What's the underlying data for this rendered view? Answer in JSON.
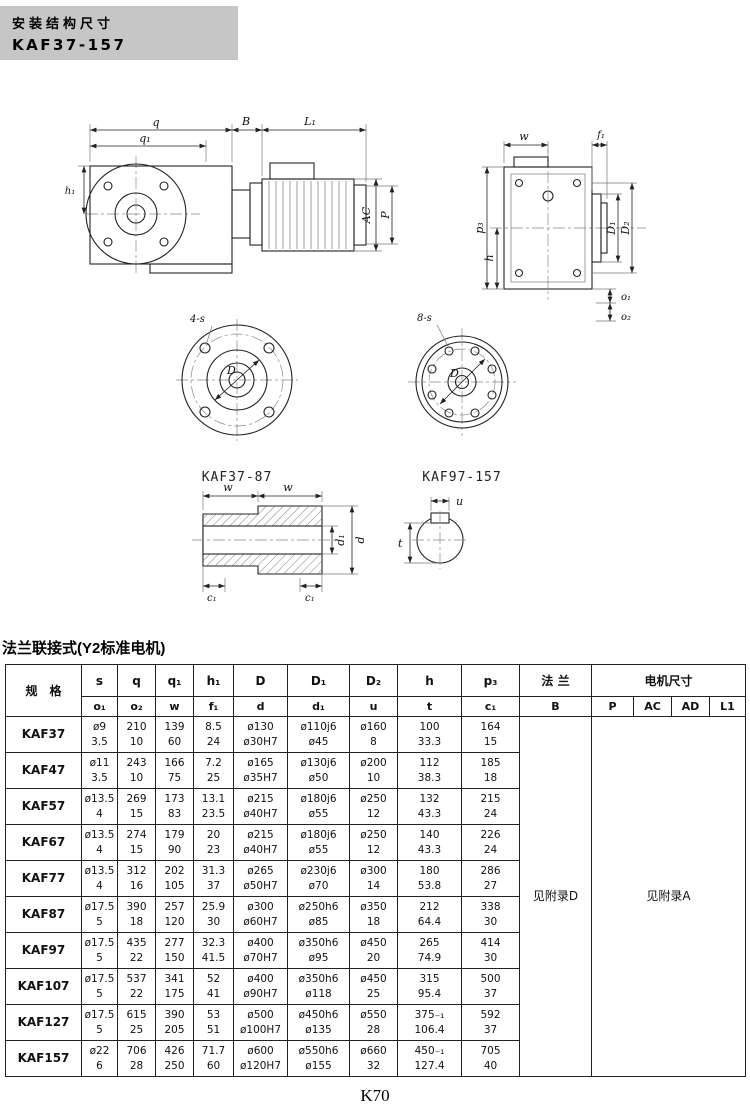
{
  "header": {
    "line1": "安装结构尺寸",
    "line2": "KAF37-157"
  },
  "section_title": "法兰联接式(Y2标准电机)",
  "footer": "K70",
  "drawings": {
    "side": {
      "q": "q",
      "q1": "q₁",
      "B": "B",
      "L1": "L₁",
      "h1": "h₁",
      "AC": "AC",
      "P": "P"
    },
    "rear": {
      "w": "w",
      "f1": "f₁",
      "p3": "p₃",
      "h": "h",
      "D1": "D₁",
      "D2": "D₂",
      "o1": "o₁",
      "o2": "o₂"
    },
    "flangeA": {
      "bolts": "4-s",
      "D": "D",
      "caption": "KAF37-87"
    },
    "flangeB": {
      "bolts": "8-s",
      "D": "D",
      "caption": "KAF97-157"
    },
    "shaft": {
      "w1": "w",
      "w2": "w",
      "d1": "d₁",
      "d": "d",
      "c1": "c₁"
    },
    "key": {
      "u": "u",
      "t": "t"
    }
  },
  "table": {
    "spec_header": "规　格",
    "top_headers": [
      "s",
      "q",
      "q₁",
      "h₁",
      "D",
      "D₁",
      "D₂",
      "h",
      "p₃"
    ],
    "sub_headers": [
      "o₁",
      "o₂",
      "w",
      "f₁",
      "d",
      "d₁",
      "u",
      "t",
      "c₁"
    ],
    "flange_header": "法 兰",
    "flange_sub": "B",
    "motor_header": "电机尺寸",
    "motor_subs": [
      "P",
      "AC",
      "AD",
      "L1"
    ],
    "flange_note": "见附录D",
    "motor_note": "见附录A",
    "rows": [
      {
        "model": "KAF37",
        "top": [
          "ø9",
          "210",
          "139",
          "8.5",
          "ø130",
          "ø110j6",
          "ø160",
          "100",
          "164"
        ],
        "bottom": [
          "3.5",
          "10",
          "60",
          "24",
          "ø30H7",
          "ø45",
          "8",
          "33.3",
          "15"
        ]
      },
      {
        "model": "KAF47",
        "top": [
          "ø11",
          "243",
          "166",
          "7.2",
          "ø165",
          "ø130j6",
          "ø200",
          "112",
          "185"
        ],
        "bottom": [
          "3.5",
          "10",
          "75",
          "25",
          "ø35H7",
          "ø50",
          "10",
          "38.3",
          "18"
        ]
      },
      {
        "model": "KAF57",
        "top": [
          "ø13.5",
          "269",
          "173",
          "13.1",
          "ø215",
          "ø180j6",
          "ø250",
          "132",
          "215"
        ],
        "bottom": [
          "4",
          "15",
          "83",
          "23.5",
          "ø40H7",
          "ø55",
          "12",
          "43.3",
          "24"
        ]
      },
      {
        "model": "KAF67",
        "top": [
          "ø13.5",
          "274",
          "179",
          "20",
          "ø215",
          "ø180j6",
          "ø250",
          "140",
          "226"
        ],
        "bottom": [
          "4",
          "15",
          "90",
          "23",
          "ø40H7",
          "ø55",
          "12",
          "43.3",
          "24"
        ]
      },
      {
        "model": "KAF77",
        "top": [
          "ø13.5",
          "312",
          "202",
          "31.3",
          "ø265",
          "ø230j6",
          "ø300",
          "180",
          "286"
        ],
        "bottom": [
          "4",
          "16",
          "105",
          "37",
          "ø50H7",
          "ø70",
          "14",
          "53.8",
          "27"
        ]
      },
      {
        "model": "KAF87",
        "top": [
          "ø17.5",
          "390",
          "257",
          "25.9",
          "ø300",
          "ø250h6",
          "ø350",
          "212",
          "338"
        ],
        "bottom": [
          "5",
          "18",
          "120",
          "30",
          "ø60H7",
          "ø85",
          "18",
          "64.4",
          "30"
        ]
      },
      {
        "model": "KAF97",
        "top": [
          "ø17.5",
          "435",
          "277",
          "32.3",
          "ø400",
          "ø350h6",
          "ø450",
          "265",
          "414"
        ],
        "bottom": [
          "5",
          "22",
          "150",
          "41.5",
          "ø70H7",
          "ø95",
          "20",
          "74.9",
          "30"
        ]
      },
      {
        "model": "KAF107",
        "top": [
          "ø17.5",
          "537",
          "341",
          "52",
          "ø400",
          "ø350h6",
          "ø450",
          "315",
          "500"
        ],
        "bottom": [
          "5",
          "22",
          "175",
          "41",
          "ø90H7",
          "ø118",
          "25",
          "95.4",
          "37"
        ]
      },
      {
        "model": "KAF127",
        "top": [
          "ø17.5",
          "615",
          "390",
          "53",
          "ø500",
          "ø450h6",
          "ø550",
          "375₋₁",
          "592"
        ],
        "bottom": [
          "5",
          "25",
          "205",
          "51",
          "ø100H7",
          "ø135",
          "28",
          "106.4",
          "37"
        ]
      },
      {
        "model": "KAF157",
        "top": [
          "ø22",
          "706",
          "426",
          "71.7",
          "ø600",
          "ø550h6",
          "ø660",
          "450₋₁",
          "705"
        ],
        "bottom": [
          "6",
          "28",
          "250",
          "60",
          "ø120H7",
          "ø155",
          "32",
          "127.4",
          "40"
        ]
      }
    ]
  }
}
